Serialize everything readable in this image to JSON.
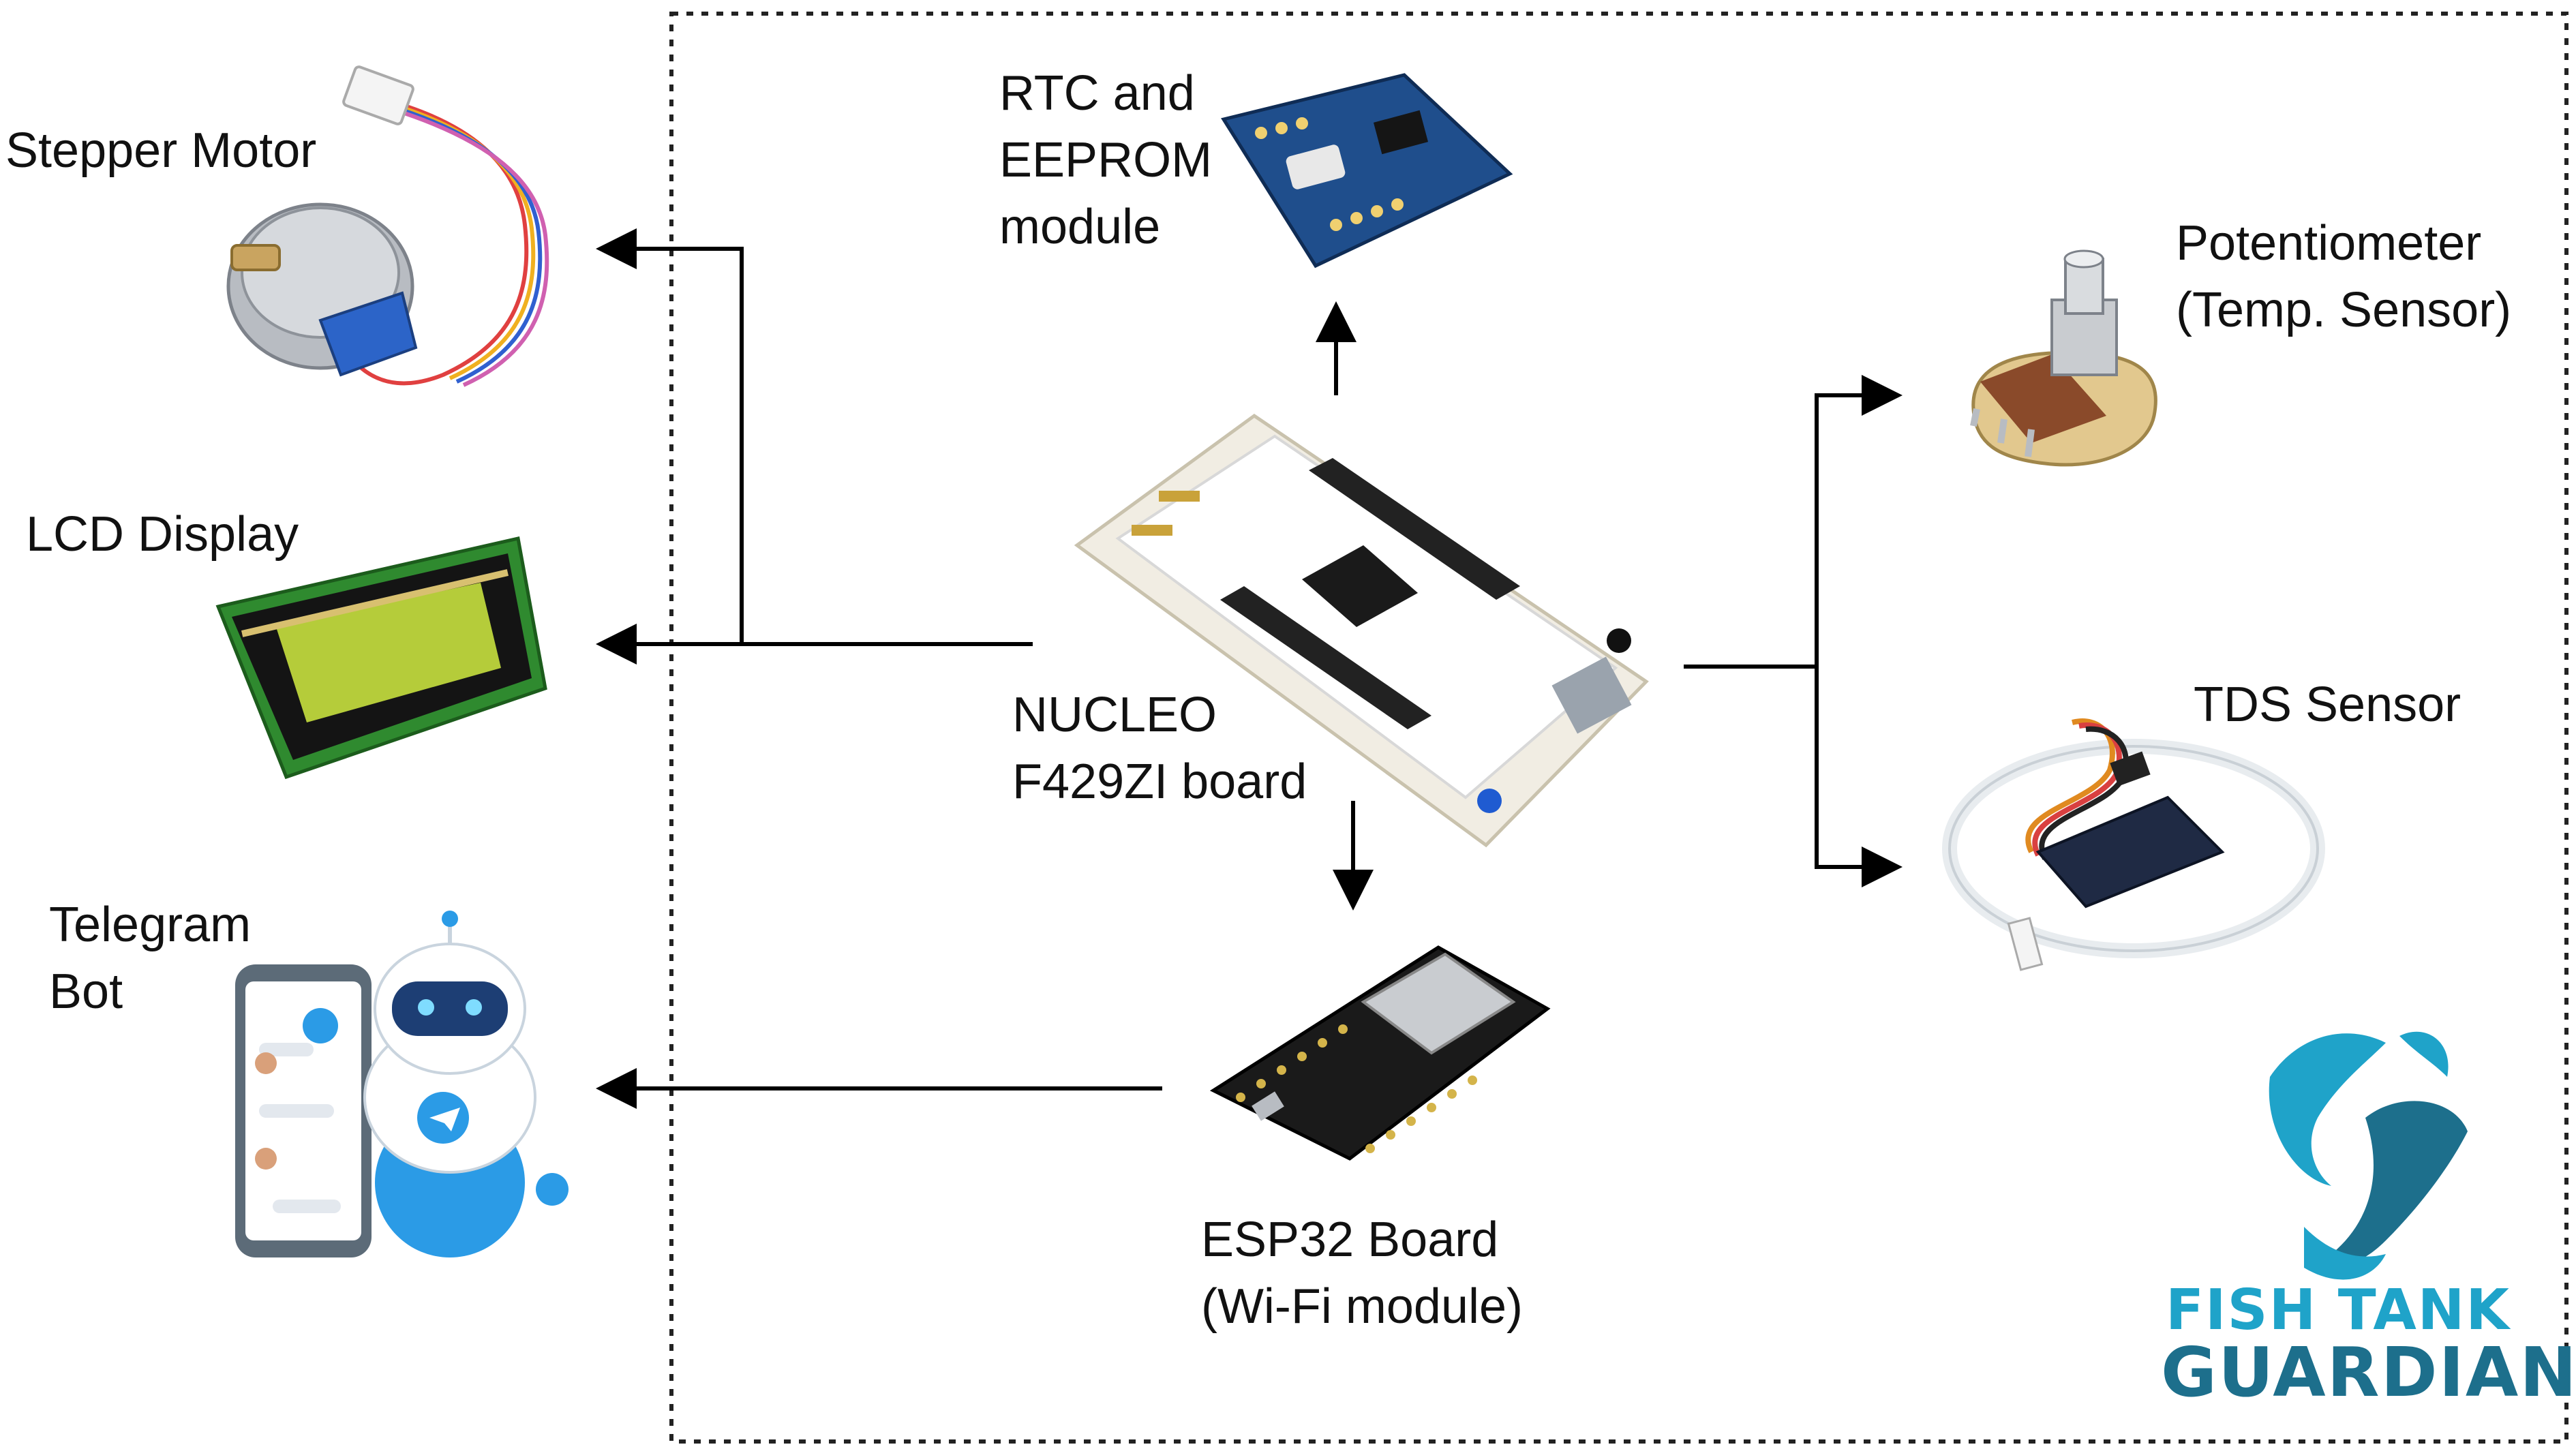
{
  "components": {
    "stepper_motor": "Stepper Motor",
    "lcd_display": "LCD Display",
    "telegram_bot": "Telegram\nBot",
    "rtc_eeprom": "RTC and\nEEPROM\nmodule",
    "nucleo": "NUCLEO\nF429ZI board",
    "esp32": "ESP32 Board\n(Wi-Fi module)",
    "potentiometer": "Potentiometer\n(Temp. Sensor)",
    "tds_sensor": "TDS Sensor"
  },
  "logo": {
    "line1": "FISH TANK",
    "line2": "GUARDIAN"
  },
  "colors": {
    "arrow": "#000000",
    "logo_primary": "#1fa3c9",
    "logo_dark": "#1d6f8c",
    "pcb_blue": "#1f4e8c",
    "lcd_green": "#2f8a2f",
    "lcd_screen": "#b5cc3a",
    "telegram_blue": "#2b9be6"
  }
}
